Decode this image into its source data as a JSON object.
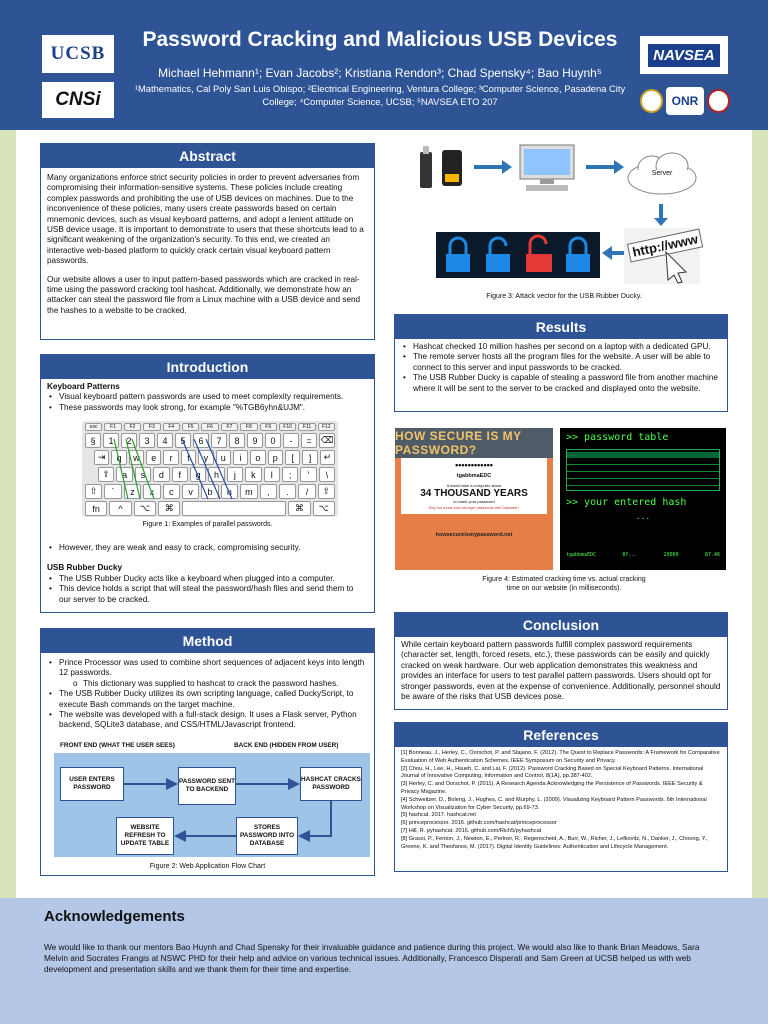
{
  "header": {
    "title": "Password Cracking and Malicious USB Devices",
    "authors": "Michael Hehmann¹;  Evan Jacobs²;  Kristiana Rendon³; Chad Spensky⁴; Bao Huynh⁵",
    "affiliations": "¹Mathematics, Cal Poly San Luis Obispo; ²Electrical Engineering, Ventura College; ³Computer Science, Pasadena City College; ⁴Computer Science, UCSB; ⁵NAVSEA ETO 207",
    "logos": {
      "ucsb": "UCSB",
      "cnsi": "CNSi",
      "navsea": "NAVSEA",
      "onr": "ONR"
    }
  },
  "abstract": {
    "heading": "Abstract",
    "p1": "Many organizations enforce strict security policies in order to prevent adversaries from compromising their information-sensitive systems. These policies include creating complex passwords and prohibiting the use of USB devices on machines. Due to the inconvenience of these policies, many users create passwords based on certain mnemonic devices, such as visual keyboard patterns, and adopt a lenient attitude on USB device usage. It is important to demonstrate to users that these shortcuts lead to a significant weakening of the organization's security. To this end, we created an interactive web-based platform to quickly crack certain visual keyboard pattern passwords.",
    "p2": "Our website allows a user to input pattern-based passwords which are cracked in real-time using the password cracking tool hashcat. Additionally, we demonstrate how an attacker can steal the password file from a Linux machine with a USB device and send the hashes to a website to be cracked."
  },
  "introduction": {
    "heading": "Introduction",
    "kp_heading": "Keyboard Patterns",
    "kp_items": [
      "Visual keyboard pattern passwords are used to meet complexity requirements.",
      "These passwords may look strong, for example \"%TGB6yhn&UJM\"."
    ],
    "fig1_caption": "Figure 1: Examples of parallel passwords.",
    "weak_item": "However, they are weak and easy to crack, compromising security.",
    "rd_heading": "USB Rubber Ducky",
    "rd_items": [
      "The USB Rubber Ducky acts like a keyboard when plugged into a computer.",
      "This device holds a script that will steal the password/hash files and send them to our server to be cracked."
    ],
    "keyboard": {
      "fn_row": [
        "esc",
        "F1",
        "F2",
        "F3",
        "F4",
        "F5",
        "F6",
        "F7",
        "F8",
        "F9",
        "F10",
        "F11",
        "F12"
      ],
      "row1": [
        "§",
        "1",
        "2",
        "3",
        "4",
        "5",
        "6",
        "7",
        "8",
        "9",
        "0",
        "-",
        "=",
        "⌫"
      ],
      "row2": [
        "⇥",
        "q",
        "w",
        "e",
        "r",
        "t",
        "y",
        "u",
        "i",
        "o",
        "p",
        "[",
        "]",
        "↵"
      ],
      "row3": [
        "⇪",
        "a",
        "s",
        "d",
        "f",
        "g",
        "h",
        "j",
        "k",
        "l",
        ";",
        "'",
        "\\"
      ],
      "row4": [
        "⇧",
        "`",
        "z",
        "x",
        "c",
        "v",
        "b",
        "n",
        "m",
        ",",
        ".",
        "/",
        "⇧"
      ],
      "row5": [
        "fn",
        "^",
        "⌥",
        "⌘",
        "",
        "⌘",
        "⌥"
      ]
    }
  },
  "method": {
    "heading": "Method",
    "items": [
      {
        "text": "Prince Processor was used to combine short sequences of adjacent keys into length 12 passwords.",
        "sub": false
      },
      {
        "text": "This dictionary was supplied to hashcat to crack the password hashes.",
        "sub": true
      },
      {
        "text": "The USB Rubber Ducky utilizes its own scripting language, called DuckyScript, to execute Bash commands on the target machine.",
        "sub": false
      },
      {
        "text": "The website was developed with a full-stack design. It uses a Flask server, Python backend, SQLite3 database, and CSS/HTML/Javascript frontend.",
        "sub": false
      }
    ],
    "flow": {
      "front_label": "FRONT END (WHAT THE USER SEES)",
      "back_label": "BACK END (HIDDEN FROM USER)",
      "n1": "USER ENTERS PASSWORD",
      "n2": "PASSWORD SENT TO BACKEND",
      "n3": "HASHCAT CRACKS PASSWORD",
      "n4": "STORES PASSWORD INTO DATABASE",
      "n5": "WEBSITE REFRESH TO UPDATE TABLE"
    },
    "fig2_caption": "Figure 2: Web Application Flow Chart"
  },
  "attack": {
    "server_label": "Server",
    "url_text": "http://www",
    "fig3_caption": "Figure 3: Attack vector for the USB Rubber Ducky."
  },
  "results": {
    "heading": "Results",
    "items": [
      "Hashcat checked 10 million hashes per second on a laptop with a dedicated GPU.",
      "The remote server hosts all the program files for the website. A user will be able to connect to this server and input passwords to be cracked.",
      "The USB Rubber Ducky is capable of stealing a password file from another machine where it will be sent to the server to be cracked and displayed onto the website."
    ],
    "shot1": {
      "title": "HOW SECURE IS MY PASSWORD?",
      "dots": "••••••••••••",
      "pw": "tgabbmaEDC",
      "small1": "It would take a computer about",
      "big": "34 THOUSAND YEARS",
      "small2": "to crack your password",
      "small3": "Why not create even stronger passwords with Dashlane?",
      "site": "howsecureismypassword.net"
    },
    "shot2": {
      "header": ">> password table",
      "prompt": ">> your entered hash",
      "ellipsis": "...",
      "footer_left": "tgabbmaEDC",
      "footer_mid": "8f...",
      "footer_time": "20000",
      "footer_end": "87.46"
    },
    "fig4_caption": "Figure 4: Estimated cracking time vs. actual cracking time on our website (in milliseconds)."
  },
  "conclusion": {
    "heading": "Conclusion",
    "text": "While certain keyboard pattern passwords fulfill complex password requirements (character set, length, forced resets, etc.), these passwords can be easily and quickly cracked on weak hardware. Our web application demonstrates this weakness and provides an interface for users to test parallel pattern passwords. Users should opt for stronger passwords, even at the expense of convenience. Additionally, personnel should be aware of the risks that USB devices pose."
  },
  "references": {
    "heading": "References",
    "items": [
      "[1] Bonneau, J., Herley, C., Oorschot, P. and Stajano, F. (2012). The Quest to Replace Passwords: A Framework for Comparative Evaluation of Web Authentication Schemes. IEEE Symposium on Security and Privacy.",
      "[2] Chou, H., Lee, H., Hsueh, C. and Lai, F. (2012). Password Cracking Based on Special Keyboard Patterns. International Journal of Innovative Computing, Information and Control, 8(1A), pp.387-402.",
      "[3] Herley, C. and Oorschot, P. (2011). A Research Agenda Acknowledging the Persistence of Passwords. IEEE Security & Privacy Magazine.",
      "[4] Schweitzer, D., Boleng, J., Hughes, C. and Murphy, L. (2009). Visualizing Keyboard Pattern Passwords. 6th International Workshop on Visualization for Cyber Security, pp.69-73.",
      "[5] hashcat. 2017. hashcat.net",
      "[6] princeprocessor. 2016. github.com/hashcat/princeprocessor",
      "[7] Hill, R. pyhashcat. 2016. github.com/Rich5/pyhashcat",
      "[8] Grassi, P., Fenton, J., Newton, E., Perlner, R., Regenscheid, A., Burr, W., Richer, J., Lefkovitz, N., Danker, J., Choong, Y., Greene, K. and Theofanos, M. (2017). Digital Identity Guidelines: Authentication and Lifecycle Management."
    ]
  },
  "acknowledgements": {
    "heading": "Acknowledgements",
    "text": "We would like to thank our mentors Bao Huynh and Chad Spensky for their invaluable guidance and patience during this project. We would also like to thank Brian Meadows, Sara Melvin and Socrates Frangis at NSWC PHD for their help and advice on various technical issues. Additionally, Francesco Disperati and Sam Green at UCSB helped us with web development and presentation skills and we thank them for their time and expertise."
  },
  "colors": {
    "header_blue": "#2f5496",
    "stripe_green": "#d8e4bc",
    "ack_blue": "#b4c7e7",
    "flow_blue": "#9dc3e6"
  }
}
